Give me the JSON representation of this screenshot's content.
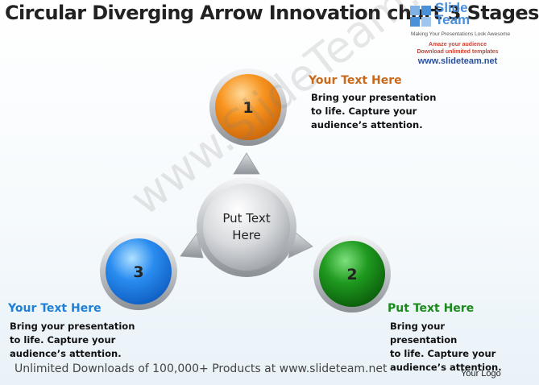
{
  "slide": {
    "title": "Circular Diverging Arrow Innovation chart 3 Stages",
    "footer": "Unlimited Downloads of 100,000+ Products at www.slideteam.net",
    "logo_placeholder": "Your Logo",
    "watermark": "www.SlideTeam.net"
  },
  "brand_logo": {
    "name_line1": "Slide",
    "name_line2": "Team",
    "tagline": "Making Your Presentations Look Awesome",
    "promo_line1": "Amaze your audience",
    "promo_line2": "Download unlimited templates",
    "url": "www.slideteam.net"
  },
  "diagram": {
    "center": {
      "line1": "Put Text",
      "line2": "Here"
    },
    "stages": [
      {
        "number": "1",
        "color": "#f7931e"
      },
      {
        "number": "2",
        "color": "#1f9a1f"
      },
      {
        "number": "3",
        "color": "#2a8cf0"
      }
    ]
  },
  "text_blocks": {
    "top_right": {
      "heading": "Your Text Here",
      "color": "#c8691b",
      "lines": [
        "Bring your presentation",
        "to life. Capture your",
        "audience’s attention."
      ]
    },
    "bottom_left": {
      "heading": "Your Text Here",
      "color": "#1e7fd6",
      "lines": [
        "Bring your presentation",
        "to life. Capture your",
        "audience’s attention."
      ]
    },
    "bottom_right": {
      "heading": "Put Text Here",
      "color": "#1a8a1a",
      "lines": [
        "Bring your presentation",
        "to life. Capture your",
        "audience’s attention."
      ]
    }
  }
}
